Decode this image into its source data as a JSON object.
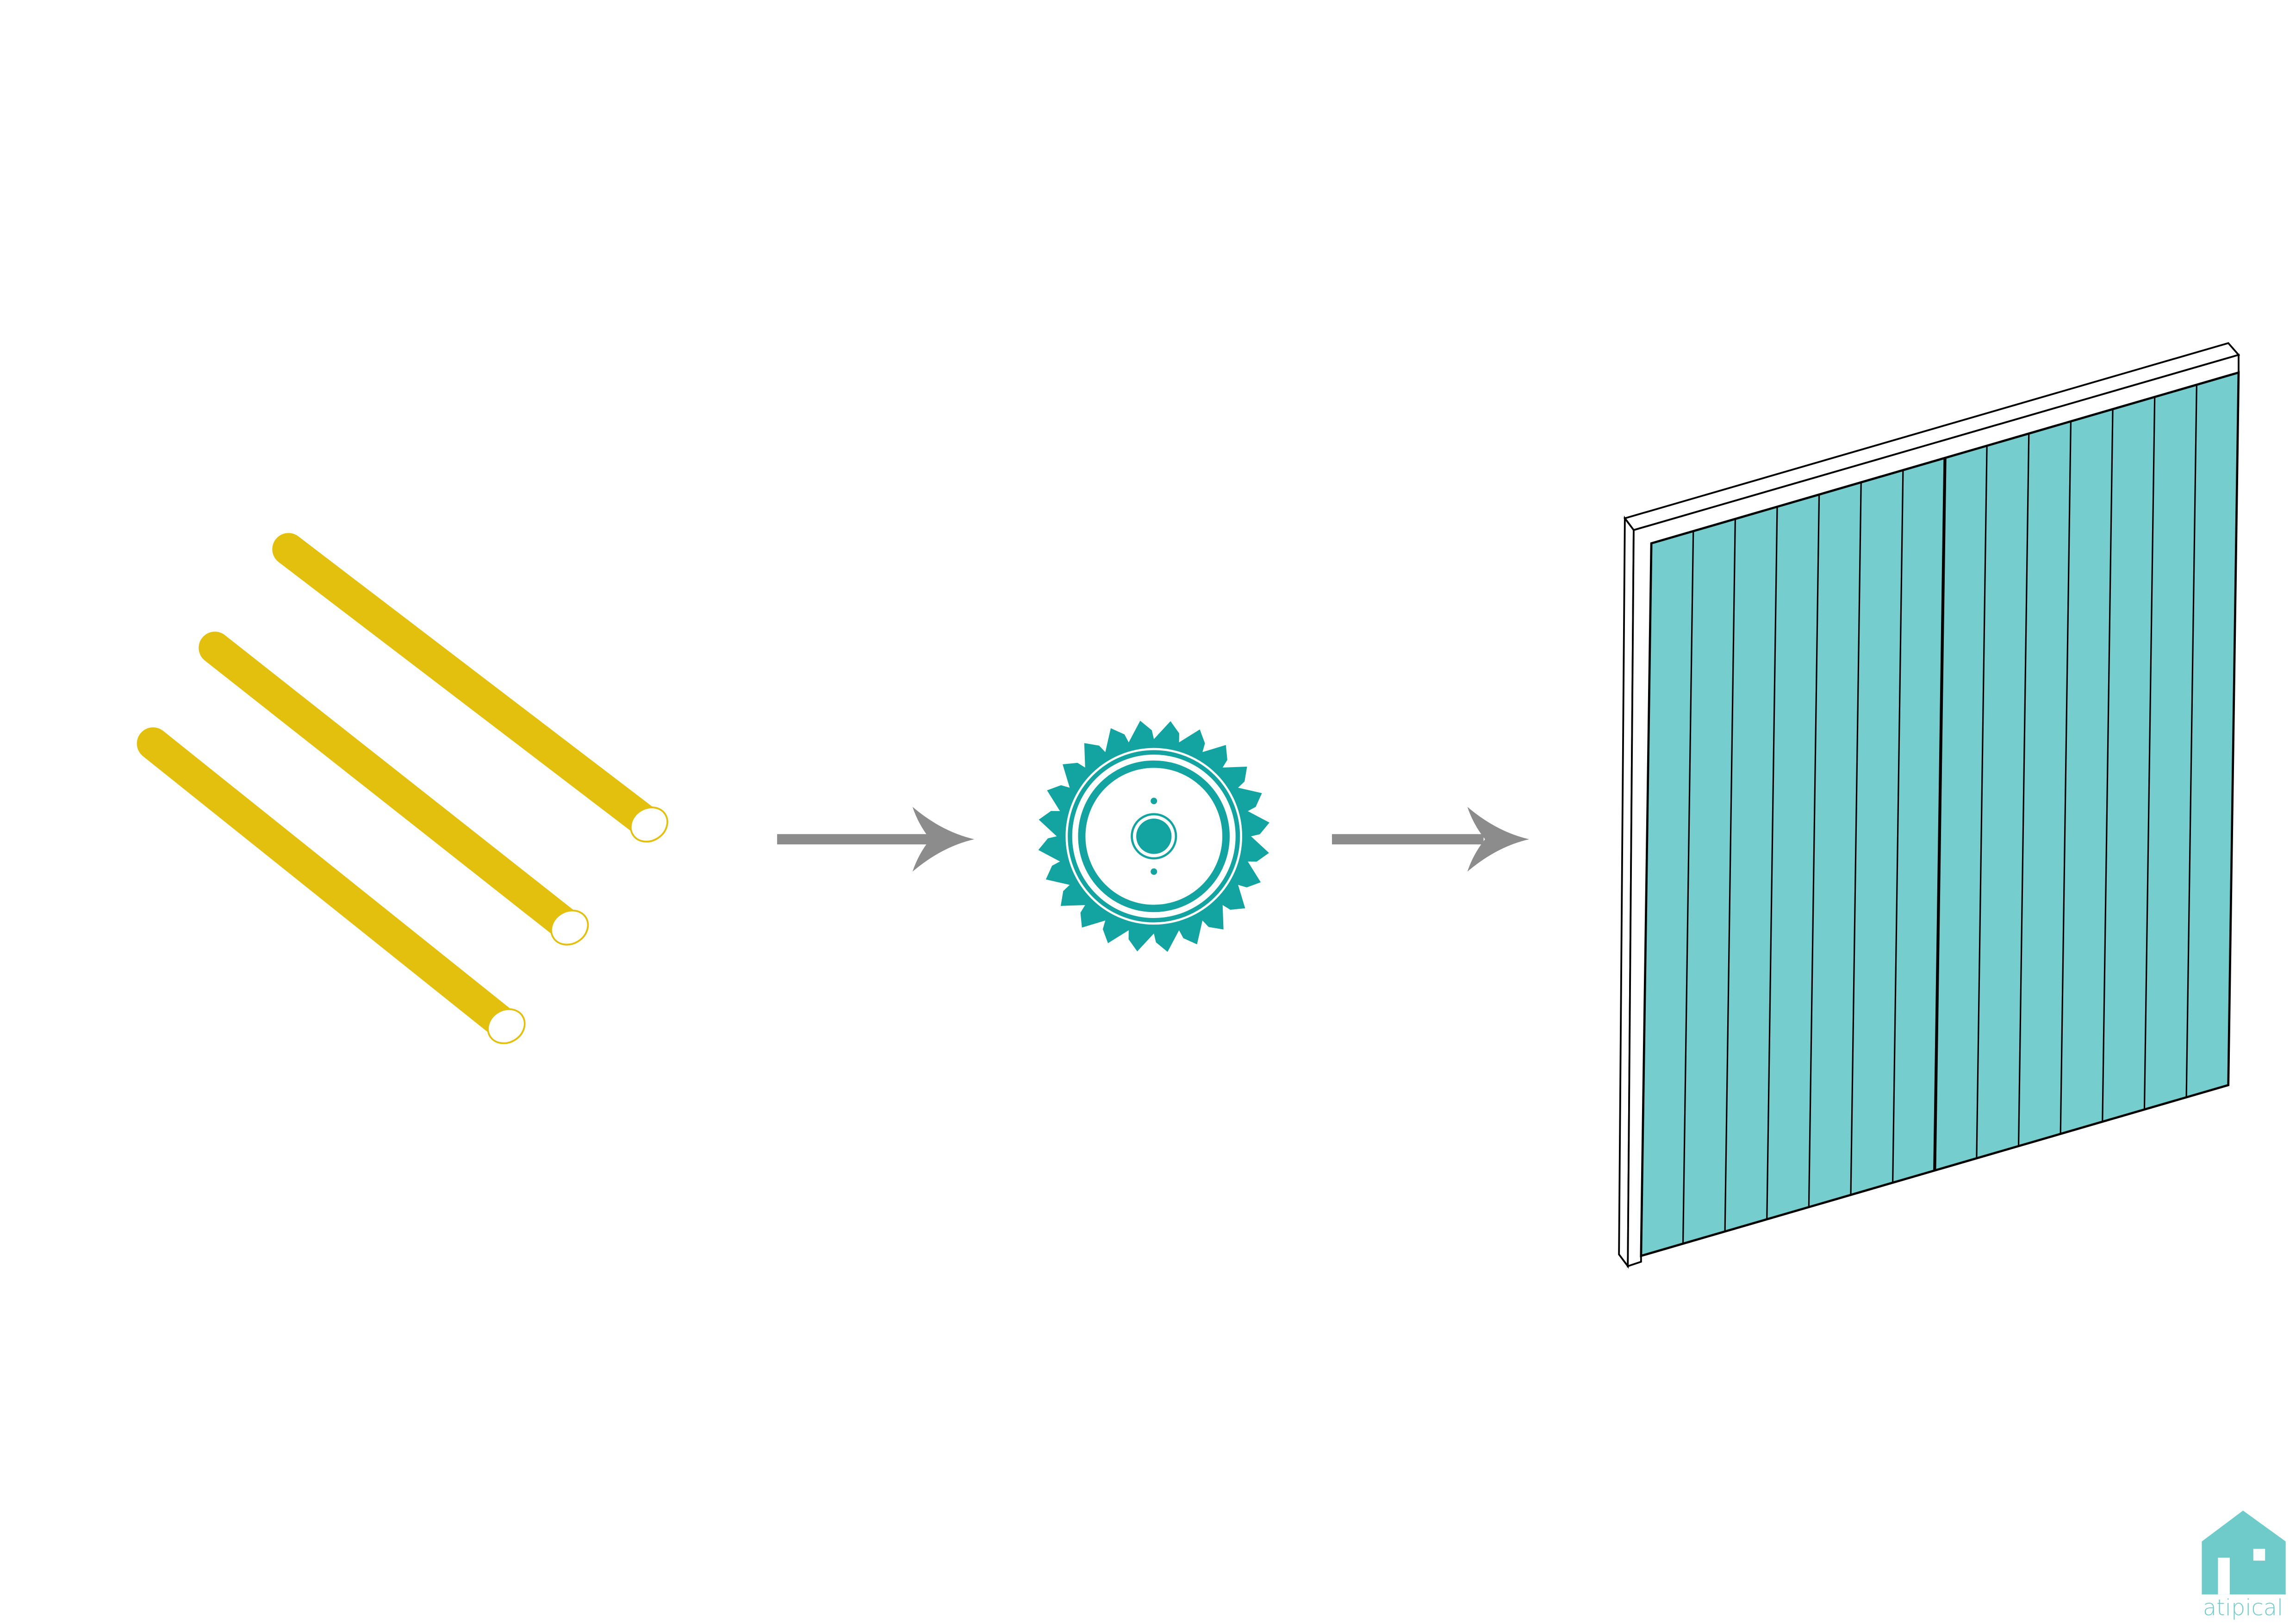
{
  "colors": {
    "log": "#E3BF0E",
    "arrow": "#8C8C8C",
    "saw": "#13A3A0",
    "panel": "#76CDCD",
    "logo": "#6FCACA"
  },
  "steps": [
    {
      "name": "logs",
      "icon": "logs-icon"
    },
    {
      "name": "saw",
      "icon": "circular-saw-icon"
    },
    {
      "name": "panel",
      "icon": "wood-panel-icon"
    }
  ],
  "logo": {
    "text": "atipical"
  }
}
